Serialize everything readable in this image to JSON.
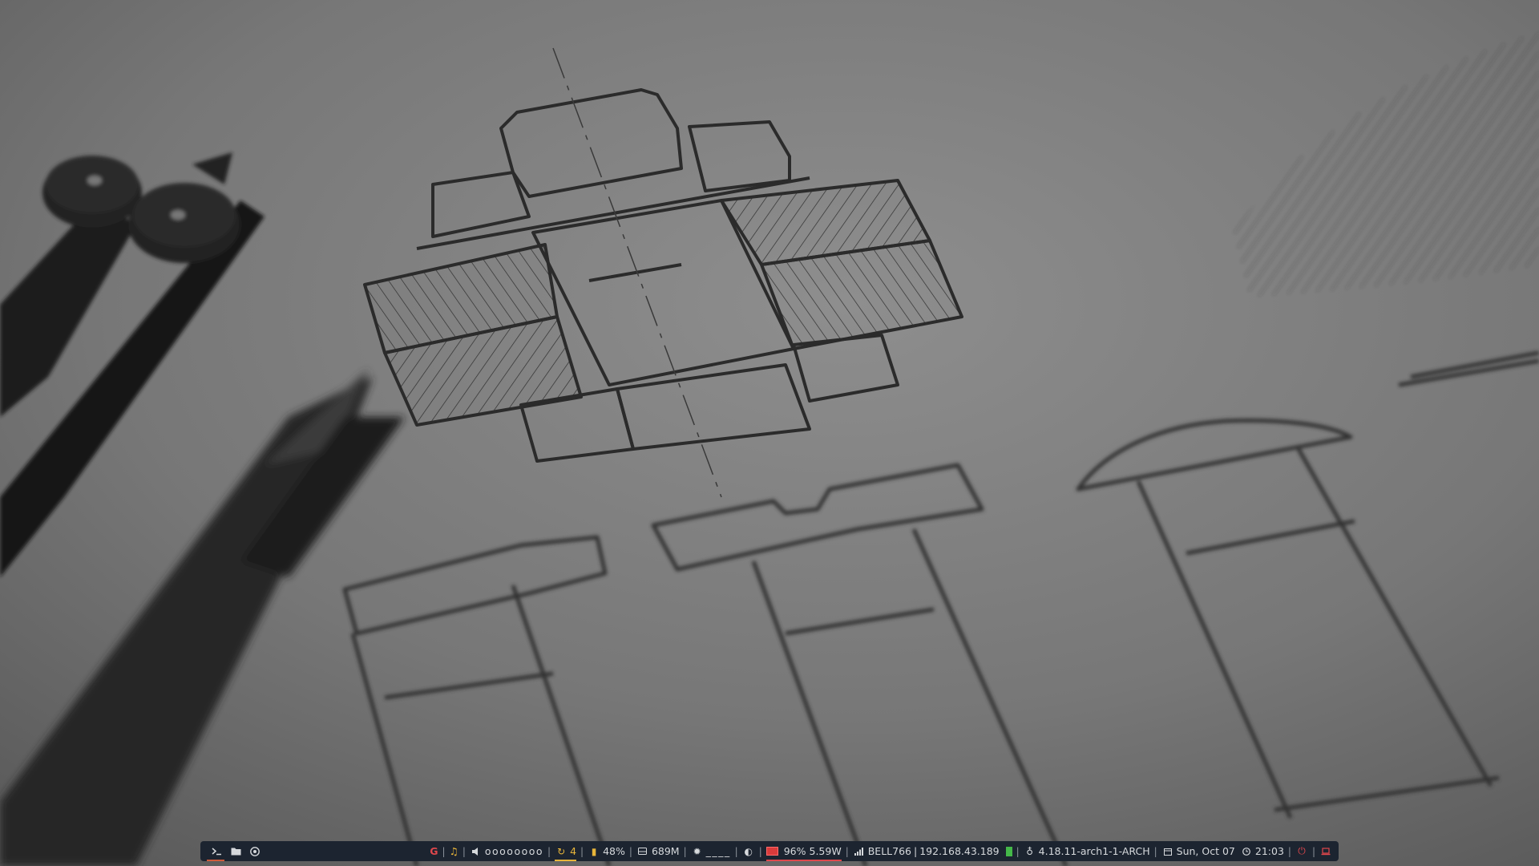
{
  "wallpaper": {
    "description_icon": "technical-drawing-wallpaper"
  },
  "launchers": [
    {
      "icon": "terminal-icon"
    },
    {
      "icon": "folder-icon"
    },
    {
      "icon": "chrome-icon"
    }
  ],
  "modules": {
    "mail_icon": "G",
    "music_icon": "♫",
    "volume_dots": "oooooooo",
    "updates": "4",
    "memory_percent": "48%",
    "disk": "689M",
    "brightness_bars": "____",
    "battery": "96% 5.59W",
    "wifi_ssid": "BELL766",
    "ip": "192.168.43.189",
    "kernel": "4.18.11-arch1-1-ARCH",
    "date": "Sun, Oct 07",
    "time": "21:03"
  },
  "colors": {
    "bar_bg": "#1c2430",
    "text": "#d6d9dc",
    "accent_red": "#e0474c",
    "accent_gold": "#e8b53a",
    "accent_green": "#44b849"
  }
}
